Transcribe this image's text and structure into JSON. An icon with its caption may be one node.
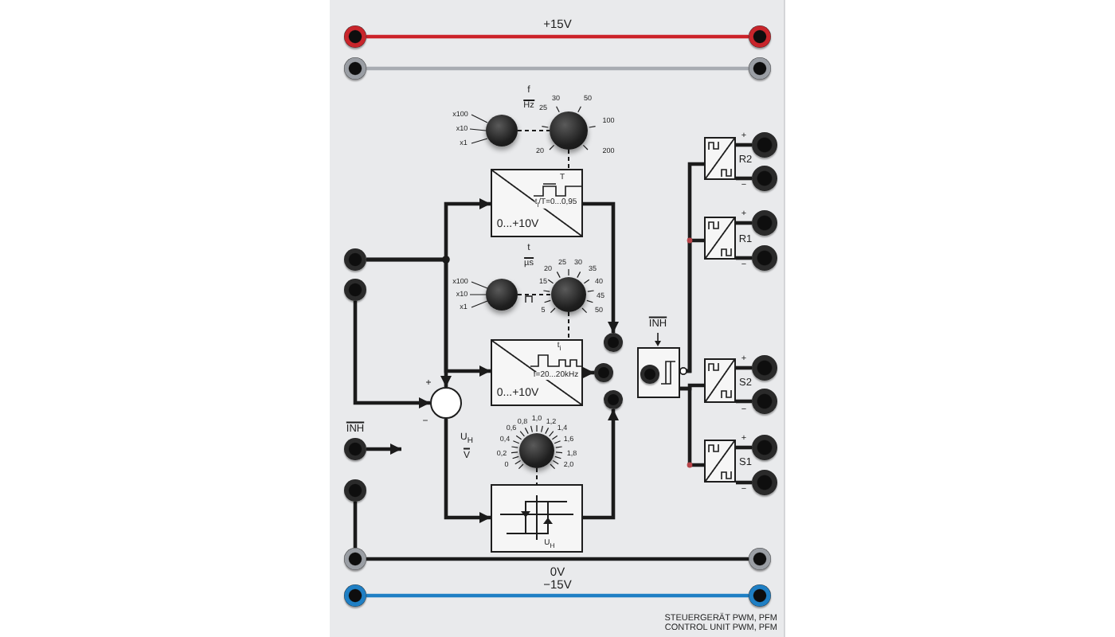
{
  "diagram": {
    "nodes": [
      {
        "text": [],
        "shape": "circle"
      },
      {
        "text": [],
        "shape": "circle"
      },
      {
        "text": [],
        "shape": "circle"
      },
      {
        "text": [],
        "shape": "circle"
      },
      {
        "text": [],
        "shape": "circle"
      },
      {
        "text": [],
        "shape": "circle"
      },
      {
        "text": [
          "T",
          "t$_{i}$/T=0...0,95",
          "0...+10V"
        ]
      },
      {
        "text": [],
        "shape": "circle"
      },
      {
        "text": [],
        "shape": "circle"
      },
      {
        "text": [
          "t$_{i}$",
          "f=20...20kHz",
          "0...+10V"
        ]
      },
      {
        "text": [],
        "shape": "circle"
      },
      {
        "text": [],
        "shape": "circle"
      },
      {
        "text": [
          "U$_{H}$"
        ]
      },
      {
        "text": [],
        "shape": "circle"
      },
      {
        "text": [],
        "shape": "circle"
      },
      {
        "text": [],
        "shape": "circle",
        "beside": [
          "INH"
        ]
      },
      {
        "text": [],
        "shape": "circle"
      },
      {
        "text": [],
        "shape": "circle"
      },
      {
        "text": [],
        "shape": "circle"
      },
      {
        "text": [],
        "shape": "circle"
      },
      {
        "text": [],
        "shape": "circle"
      },
      {
        "text": [],
        "shape": "circle"
      },
      {
        "text": [],
        "shape": "circle"
      },
      {
        "text": [],
        "shape": "circle"
      },
      {
        "text": [],
        "shape": "box",
        "beside": [
          "INH"
        ]
      },
      {
        "text": [],
        "shape": "circle",
        "in": 24
      },
      {
        "text": [],
        "shape": "box",
        "beside": [
          "R2"
        ]
      },
      {
        "text": [],
        "shape": "circle"
      },
      {
        "text": [],
        "shape": "circle"
      },
      {
        "text": [],
        "shape": "box",
        "beside": [
          "R1"
        ]
      },
      {
        "text": [],
        "shape": "circle"
      },
      {
        "text": [],
        "shape": "circle"
      },
      {
        "text": [],
        "shape": "box",
        "beside": [
          "S2"
        ]
      },
      {
        "text": [],
        "shape": "circle"
      },
      {
        "text": [],
        "shape": "circle"
      },
      {
        "text": [],
        "shape": "box",
        "beside": [
          "S1"
        ]
      },
      {
        "text": [],
        "shape": "circle"
      },
      {
        "text": [],
        "shape": "circle"
      }
    ],
    "edges": [
      {
        "from": 0,
        "to": 1,
        "arrow": "none",
        "label": "+15V",
        "color": "#cc2229"
      },
      {
        "from": 2,
        "to": 3,
        "arrow": "none",
        "color": "#a8acb2"
      },
      {
        "from": 17,
        "to": 18,
        "arrow": "none",
        "label": "0V"
      },
      {
        "from": 19,
        "to": 20,
        "arrow": "none",
        "label": "−15V",
        "color": "#1f7fc4"
      },
      {
        "from": 4,
        "to": 5,
        "arrow": "none",
        "style": "dashed"
      },
      {
        "from": 5,
        "to": 6,
        "arrow": "none",
        "style": "dashed"
      },
      {
        "from": 7,
        "to": 8,
        "arrow": "none",
        "style": "dashed"
      },
      {
        "from": 8,
        "to": 9,
        "arrow": "none",
        "style": "dashed"
      },
      {
        "from": 11,
        "to": 12,
        "arrow": "none",
        "style": "dashed"
      },
      {
        "from": 13,
        "to": 6,
        "arrow": "to"
      },
      {
        "from": 13,
        "to": 9,
        "arrow": "to"
      },
      {
        "from": 13,
        "to": 10,
        "arrow": "to"
      },
      {
        "from": 14,
        "to": 10,
        "arrow": "to"
      },
      {
        "from": 10,
        "to": 12,
        "arrow": "to"
      },
      {
        "from": 12,
        "to": 23,
        "arrow": "to"
      },
      {
        "from": 6,
        "to": 21,
        "arrow": "to"
      },
      {
        "from": 9,
        "to": 22,
        "arrow": "to"
      },
      {
        "from": 15,
        "to": null,
        "arrow": "to"
      },
      {
        "from": 16,
        "to": 17,
        "arrow": "none"
      },
      {
        "from": 24,
        "to": 26,
        "arrow": "other"
      },
      {
        "from": 24,
        "to": 29,
        "arrow": "other"
      },
      {
        "from": 24,
        "to": 32,
        "arrow": "none"
      },
      {
        "from": 24,
        "to": 35,
        "arrow": "none"
      },
      {
        "from": 26,
        "to": 27,
        "arrow": "none"
      },
      {
        "from": 26,
        "to": 28,
        "arrow": "none"
      },
      {
        "from": 29,
        "to": 30,
        "arrow": "none"
      },
      {
        "from": 29,
        "to": 31,
        "arrow": "none"
      },
      {
        "from": 32,
        "to": 33,
        "arrow": "none"
      },
      {
        "from": 32,
        "to": 34,
        "arrow": "none"
      },
      {
        "from": 35,
        "to": 36,
        "arrow": "none"
      },
      {
        "from": 35,
        "to": 37,
        "arrow": "none"
      }
    ],
    "labels": [
      "f",
      "30",
      "50",
      "Hz",
      "25",
      "x100",
      "100",
      "x10",
      "x1",
      "20",
      "200",
      "t",
      "µs",
      "25",
      "30",
      "20",
      "35",
      "x100",
      "15",
      "40",
      "x10",
      "45",
      "x1",
      "5",
      "50",
      "+",
      "−",
      "1,0",
      "0,8",
      "1,2",
      "0,6",
      "1,4",
      "U$_{H}$",
      "0,4",
      "1,6",
      "V",
      "0,2",
      "1,8",
      "0",
      "2,0",
      "+",
      "−",
      "+",
      "−",
      "+",
      "−",
      "+",
      "−",
      "STEUERGERÄT PWM, PFM",
      "CONTROL UNIT PWM, PFM"
    ]
  }
}
